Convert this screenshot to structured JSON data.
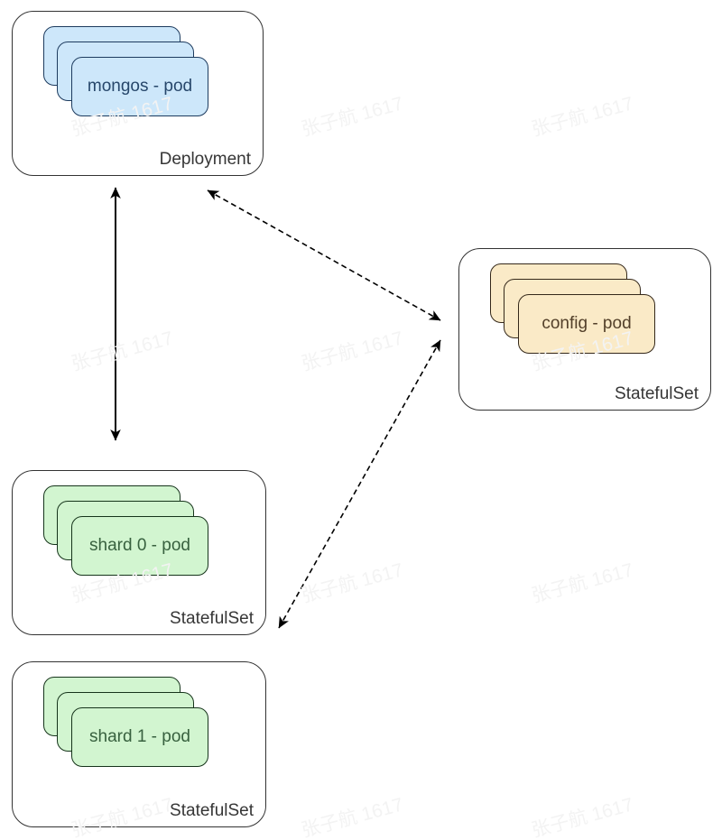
{
  "diagram": {
    "background_color": "#ffffff",
    "container_border_color": "#333333",
    "label_color": "#363636",
    "arrow_color": "#000000",
    "groups": [
      {
        "id": "deployment",
        "type_label": "Deployment",
        "pod_label": "mongos - pod",
        "stacked_count": 3,
        "pod_fill": "#cde7fa",
        "pod_border": "#1d3b5e",
        "pod_text_color": "#27476b"
      },
      {
        "id": "config-statefulset",
        "type_label": "StatefulSet",
        "pod_label": "config - pod",
        "stacked_count": 3,
        "pod_fill": "#faeac7",
        "pod_border": "#34281a",
        "pod_text_color": "#53402a"
      },
      {
        "id": "shard0-statefulset",
        "type_label": "StatefulSet",
        "pod_label": "shard 0 - pod",
        "stacked_count": 3,
        "pod_fill": "#d2f5d0",
        "pod_border": "#16341b",
        "pod_text_color": "#38613f"
      },
      {
        "id": "shard1-statefulset",
        "type_label": "StatefulSet",
        "pod_label": "shard 1 - pod",
        "stacked_count": 3,
        "pod_fill": "#d2f5d0",
        "pod_border": "#16341b",
        "pod_text_color": "#38613f"
      }
    ],
    "connections": [
      {
        "from": "deployment",
        "to": "shard0-statefulset",
        "style": "solid",
        "bidirectional": true
      },
      {
        "from": "deployment",
        "to": "config-statefulset",
        "style": "dashed",
        "bidirectional": true
      },
      {
        "from": "config-statefulset",
        "to": "shard1-statefulset",
        "style": "dashed",
        "bidirectional": true
      }
    ]
  },
  "watermark": {
    "text": "张子航 1617",
    "color": "#f3f3f3"
  }
}
